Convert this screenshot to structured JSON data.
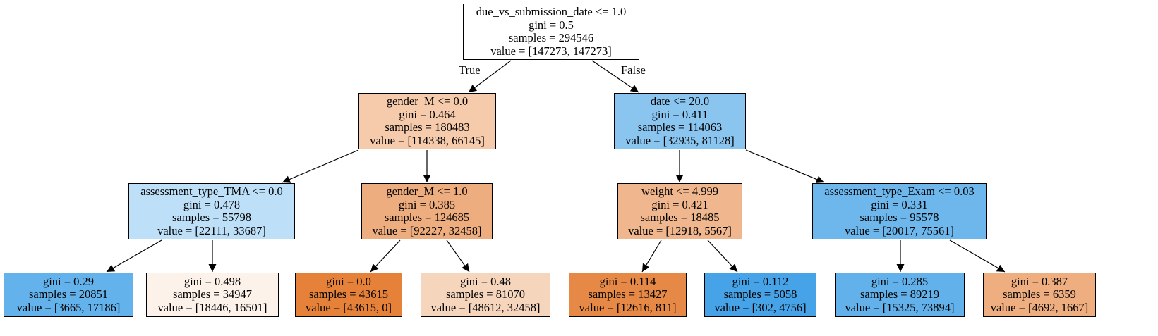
{
  "tree": {
    "nodes": [
      {
        "id": "n0",
        "lines": [
          "due_vs_submission_date <= 1.0",
          "gini = 0.5",
          "samples = 294546",
          "value = [147273, 147273]"
        ],
        "fill": "#ffffff"
      },
      {
        "id": "n1",
        "lines": [
          "gender_M <= 0.0",
          "gini = 0.464",
          "samples = 180483",
          "value = [114338, 66145]"
        ],
        "fill": "#f5cbac"
      },
      {
        "id": "n2",
        "lines": [
          "date <= 20.0",
          "gini = 0.411",
          "samples = 114063",
          "value = [32935, 81128]"
        ],
        "fill": "#8ac5f0"
      },
      {
        "id": "n3",
        "lines": [
          "assessment_type_TMA <= 0.0",
          "gini = 0.478",
          "samples = 55798",
          "value = [22111, 33687]"
        ],
        "fill": "#bddff7"
      },
      {
        "id": "n4",
        "lines": [
          "gender_M <= 1.0",
          "gini = 0.385",
          "samples = 124685",
          "value = [92227, 32458]"
        ],
        "fill": "#eead7e"
      },
      {
        "id": "n5",
        "lines": [
          "weight <= 4.999",
          "gini = 0.421",
          "samples = 18485",
          "value = [12918, 5567]"
        ],
        "fill": "#f0b78e"
      },
      {
        "id": "n6",
        "lines": [
          "assessment_type_Exam <= 0.03",
          "gini = 0.331",
          "samples = 95578",
          "value = [20017, 75561]"
        ],
        "fill": "#6db7ec"
      },
      {
        "id": "n7",
        "lines": [
          "gini = 0.29",
          "samples = 20851",
          "value = [3665, 17186]"
        ],
        "fill": "#63b2eb"
      },
      {
        "id": "n8",
        "lines": [
          "gini = 0.498",
          "samples = 34947",
          "value = [18446, 16501]"
        ],
        "fill": "#fcf2ea"
      },
      {
        "id": "n9",
        "lines": [
          "gini = 0.0",
          "samples = 43615",
          "value = [43615, 0]"
        ],
        "fill": "#e58139"
      },
      {
        "id": "n10",
        "lines": [
          "gini = 0.48",
          "samples = 81070",
          "value = [48612, 32458]"
        ],
        "fill": "#f6d5bd"
      },
      {
        "id": "n11",
        "lines": [
          "gini = 0.114",
          "samples = 13427",
          "value = [12616, 811]"
        ],
        "fill": "#e78946"
      },
      {
        "id": "n12",
        "lines": [
          "gini = 0.112",
          "samples = 5058",
          "value = [302, 4756]"
        ],
        "fill": "#46a3e7"
      },
      {
        "id": "n13",
        "lines": [
          "gini = 0.285",
          "samples = 89219",
          "value = [15325, 73894]"
        ],
        "fill": "#62b1ea"
      },
      {
        "id": "n14",
        "lines": [
          "gini = 0.387",
          "samples = 6359",
          "value = [4692, 1667]"
        ],
        "fill": "#eeae7f"
      }
    ],
    "edges": [
      {
        "from": "n0",
        "to": "n1",
        "label": "True"
      },
      {
        "from": "n0",
        "to": "n2",
        "label": "False"
      },
      {
        "from": "n1",
        "to": "n3"
      },
      {
        "from": "n1",
        "to": "n4"
      },
      {
        "from": "n2",
        "to": "n5"
      },
      {
        "from": "n2",
        "to": "n6"
      },
      {
        "from": "n3",
        "to": "n7"
      },
      {
        "from": "n3",
        "to": "n8"
      },
      {
        "from": "n4",
        "to": "n9"
      },
      {
        "from": "n4",
        "to": "n10"
      },
      {
        "from": "n5",
        "to": "n11"
      },
      {
        "from": "n5",
        "to": "n12"
      },
      {
        "from": "n6",
        "to": "n13"
      },
      {
        "from": "n6",
        "to": "n14"
      }
    ]
  }
}
